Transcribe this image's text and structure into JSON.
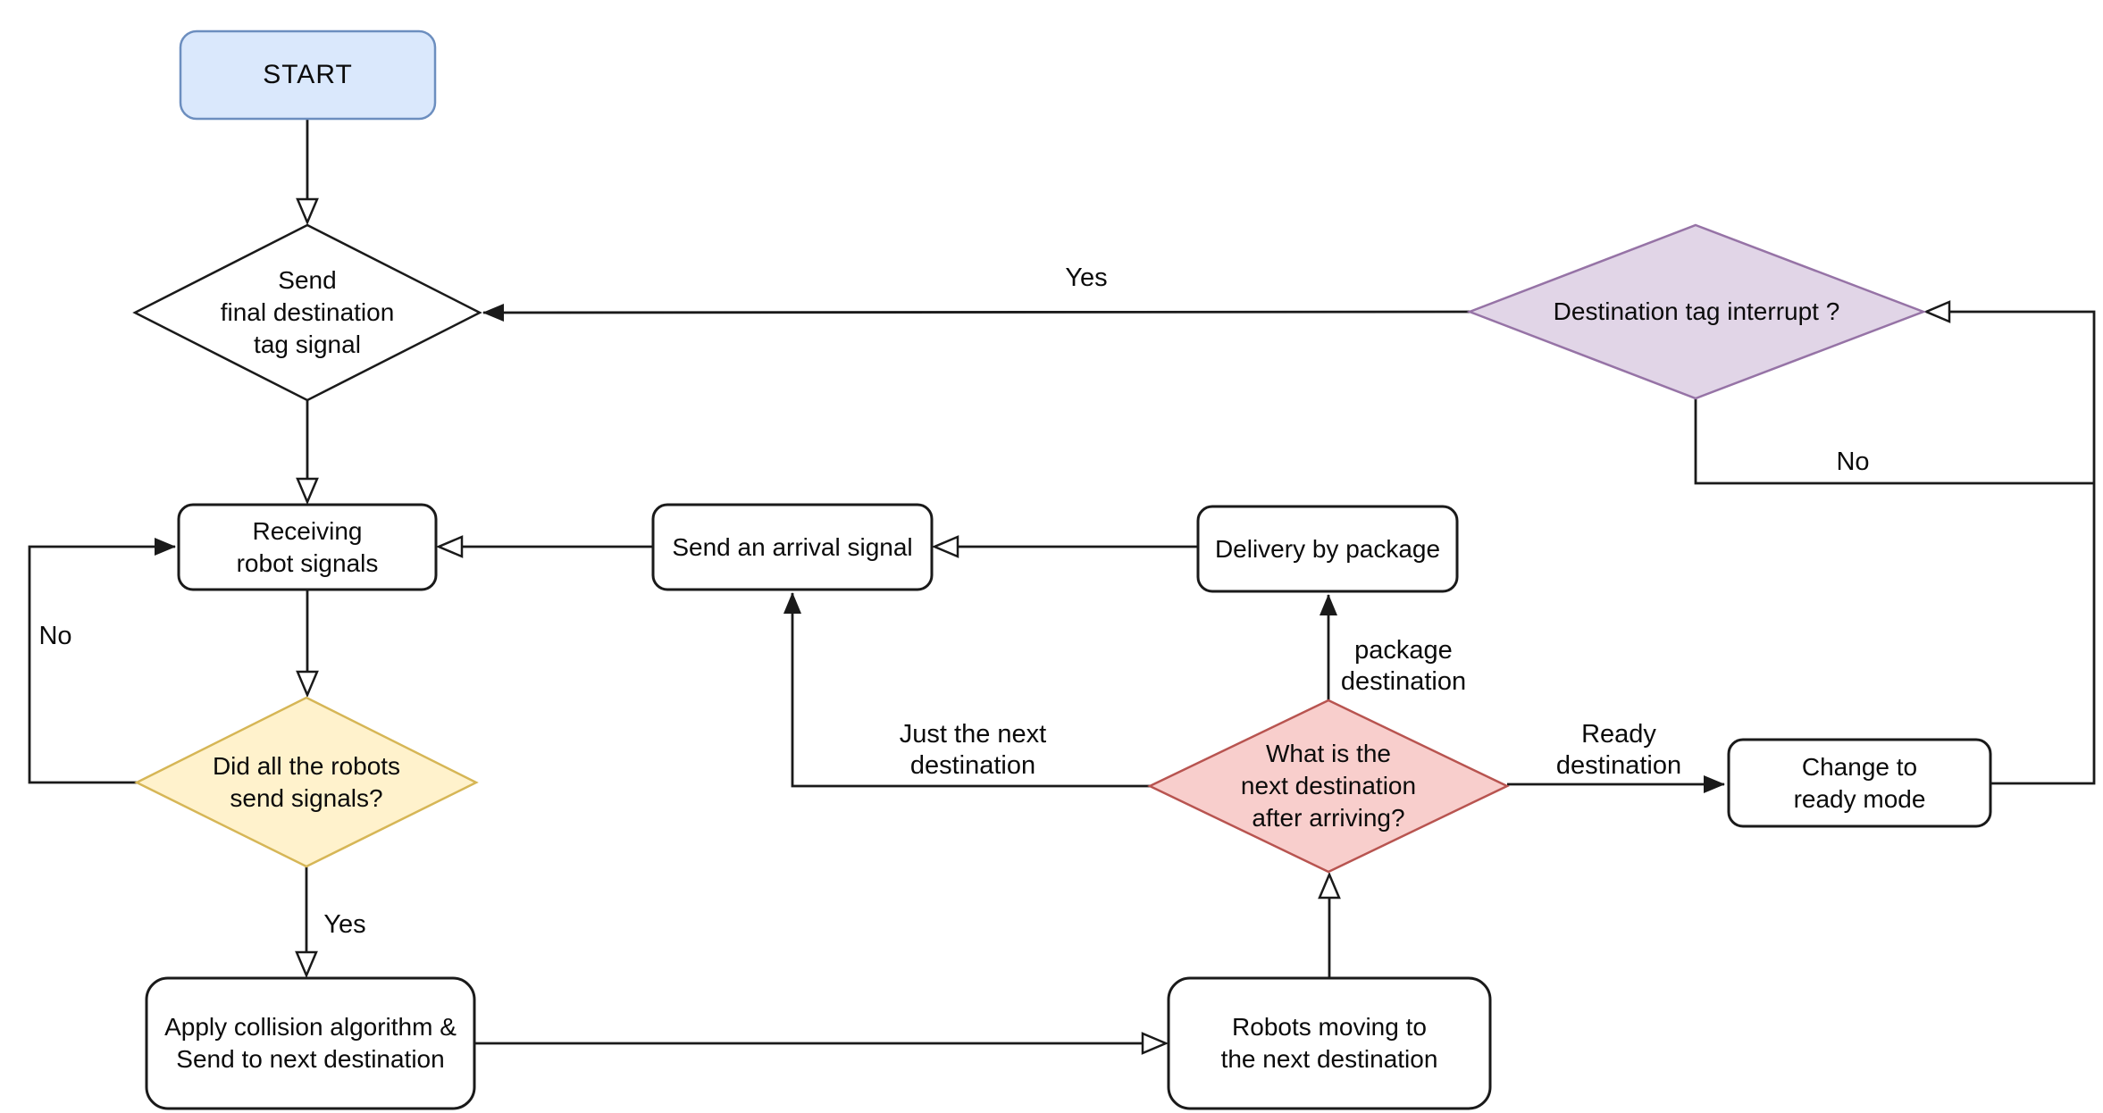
{
  "nodes": {
    "start": {
      "label": "START"
    },
    "send_final": {
      "label": "Send\nfinal destination\ntag signal"
    },
    "dest_interrupt": {
      "label": "Destination tag interrupt ?"
    },
    "receiving": {
      "label": "Receiving\nrobot signals"
    },
    "send_arrival": {
      "label": "Send an arrival signal"
    },
    "delivery": {
      "label": "Delivery by package"
    },
    "did_all": {
      "label": "Did all the robots\nsend signals?"
    },
    "what_next": {
      "label": "What is the\nnext destination\nafter arriving?"
    },
    "change_ready": {
      "label": "Change to\nready mode"
    },
    "apply_collision": {
      "label": "Apply collision algorithm &\nSend to next destination"
    },
    "robots_moving": {
      "label": "Robots moving to\nthe next destination"
    }
  },
  "edge_labels": {
    "yes_top": "Yes",
    "no_right": "No",
    "no_left": "No",
    "yes_bottom": "Yes",
    "just_next": "Just the next\ndestination",
    "package_dest": "package\ndestination",
    "ready_dest": "Ready\ndestination"
  },
  "colors": {
    "start_fill": "#dae8fc",
    "start_stroke": "#6c8ebf",
    "interrupt_fill": "#e1d5e7",
    "interrupt_stroke": "#9673a6",
    "did_all_fill": "#fff2cc",
    "did_all_stroke": "#d6b656",
    "what_next_fill": "#f8cecc",
    "what_next_stroke": "#b85450",
    "process_fill": "#ffffff",
    "process_stroke": "#1a1a1a",
    "decision_stroke": "#1a1a1a",
    "line": "#1a1a1a",
    "text": "#0b0b0b"
  }
}
